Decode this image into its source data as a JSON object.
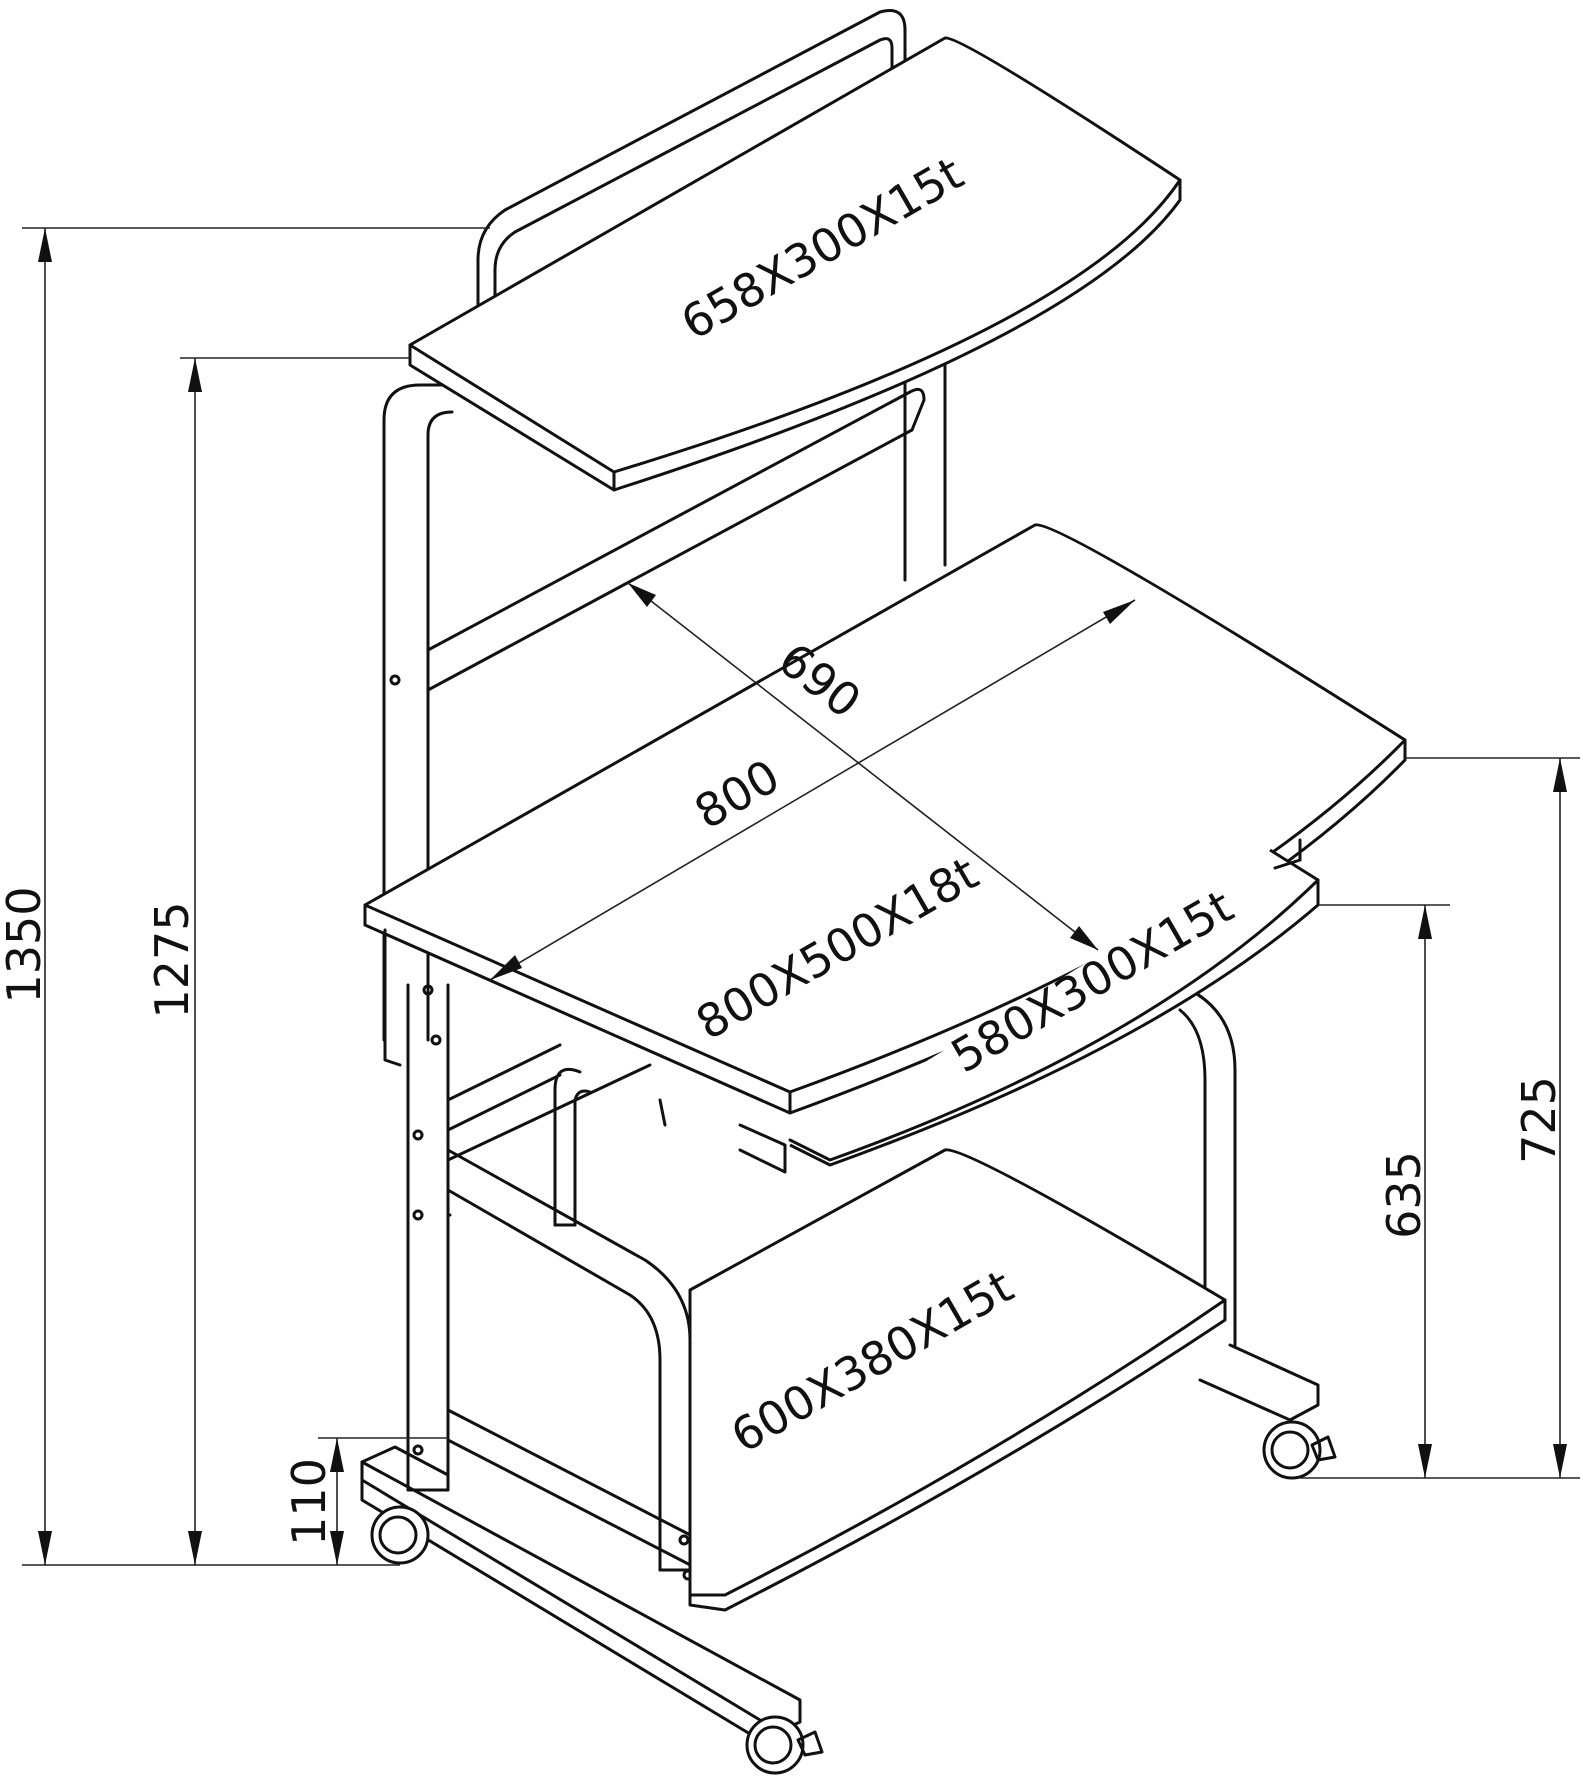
{
  "dimensions": {
    "height_overall": "1350",
    "height_top_shelf": "1275",
    "height_bottom_shelf": "110",
    "height_keyboard_tray": "635",
    "height_desk": "725",
    "desk_width": "800",
    "desk_diagonal": "690"
  },
  "boards": {
    "top_shelf": "658X300X15t",
    "desk_top": "800X500X18t",
    "keyboard_tray": "580X300X15t",
    "bottom_shelf": "600X380X15t"
  }
}
